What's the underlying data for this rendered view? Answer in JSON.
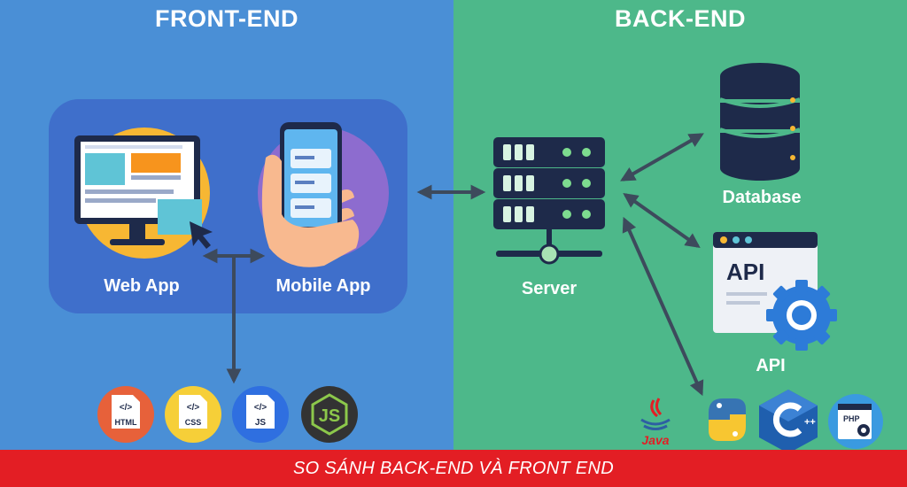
{
  "header": {
    "front_title": "FRONT-END",
    "back_title": "BACK-END"
  },
  "front": {
    "web_app_label": "Web App",
    "mobile_app_label": "Mobile App",
    "tech_icons": [
      "HTML",
      "CSS",
      "JS"
    ]
  },
  "back": {
    "server_label": "Server",
    "database_label": "Database",
    "api_label": "API",
    "api_window_text": "API",
    "lang_labels": {
      "java": "Java",
      "cpp": "++",
      "php": "PHP"
    }
  },
  "footer": {
    "caption": "SO SÁNH BACK-END VÀ FRONT END"
  },
  "colors": {
    "front_bg": "#4a8fd6",
    "back_bg": "#4db88a",
    "footer_bg": "#e31e24",
    "client_box": "#3f6fcb"
  }
}
